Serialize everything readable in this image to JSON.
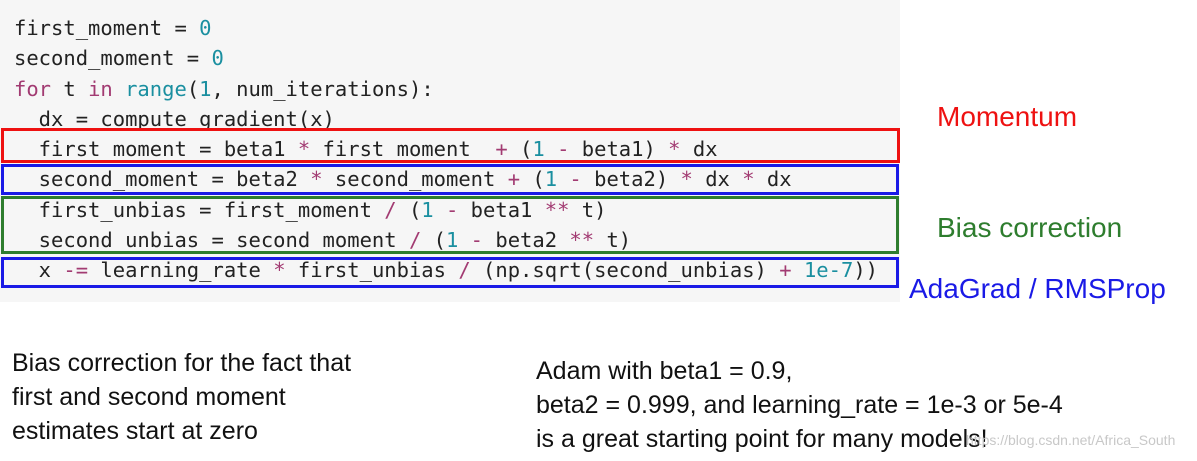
{
  "code": {
    "lines": [
      [
        {
          "t": "first_moment = "
        },
        {
          "t": "0",
          "c": "num"
        }
      ],
      [
        {
          "t": "second_moment = "
        },
        {
          "t": "0",
          "c": "num"
        }
      ],
      [
        {
          "t": "for",
          "c": "kw"
        },
        {
          "t": " t "
        },
        {
          "t": "in",
          "c": "kw"
        },
        {
          "t": " "
        },
        {
          "t": "range",
          "c": "num"
        },
        {
          "t": "("
        },
        {
          "t": "1",
          "c": "num"
        },
        {
          "t": ", num_iterations):"
        }
      ],
      [
        {
          "t": "  dx = compute_gradient(x)"
        }
      ],
      [
        {
          "t": "  first_moment = beta1 "
        },
        {
          "t": "*",
          "c": "op"
        },
        {
          "t": " first_moment  "
        },
        {
          "t": "+",
          "c": "op"
        },
        {
          "t": " ("
        },
        {
          "t": "1",
          "c": "num"
        },
        {
          "t": " "
        },
        {
          "t": "-",
          "c": "op"
        },
        {
          "t": " beta1) "
        },
        {
          "t": "*",
          "c": "op"
        },
        {
          "t": " dx"
        }
      ],
      [
        {
          "t": "  second_moment = beta2 "
        },
        {
          "t": "*",
          "c": "op"
        },
        {
          "t": " second_moment "
        },
        {
          "t": "+",
          "c": "op"
        },
        {
          "t": " ("
        },
        {
          "t": "1",
          "c": "num"
        },
        {
          "t": " "
        },
        {
          "t": "-",
          "c": "op"
        },
        {
          "t": " beta2) "
        },
        {
          "t": "*",
          "c": "op"
        },
        {
          "t": " dx "
        },
        {
          "t": "*",
          "c": "op"
        },
        {
          "t": " dx"
        }
      ],
      [
        {
          "t": "  first_unbias = first_moment "
        },
        {
          "t": "/",
          "c": "op"
        },
        {
          "t": " ("
        },
        {
          "t": "1",
          "c": "num"
        },
        {
          "t": " "
        },
        {
          "t": "-",
          "c": "op"
        },
        {
          "t": " beta1 "
        },
        {
          "t": "**",
          "c": "op"
        },
        {
          "t": " t)"
        }
      ],
      [
        {
          "t": "  second_unbias = second_moment "
        },
        {
          "t": "/",
          "c": "op"
        },
        {
          "t": " ("
        },
        {
          "t": "1",
          "c": "num"
        },
        {
          "t": " "
        },
        {
          "t": "-",
          "c": "op"
        },
        {
          "t": " beta2 "
        },
        {
          "t": "**",
          "c": "op"
        },
        {
          "t": " t)"
        }
      ],
      [
        {
          "t": "  x "
        },
        {
          "t": "-=",
          "c": "op"
        },
        {
          "t": " learning_rate "
        },
        {
          "t": "*",
          "c": "op"
        },
        {
          "t": " first_unbias "
        },
        {
          "t": "/",
          "c": "op"
        },
        {
          "t": " (np.sqrt(second_unbias) "
        },
        {
          "t": "+",
          "c": "op"
        },
        {
          "t": " "
        },
        {
          "t": "1e-7",
          "c": "num"
        },
        {
          "t": "))"
        }
      ]
    ]
  },
  "annotations": {
    "momentum": {
      "text": "Momentum",
      "color": "#ee1111"
    },
    "bias_correction": {
      "text": "Bias correction",
      "color": "#2e7d2e"
    },
    "adagrad_rmsprop": {
      "text": "AdaGrad / RMSProp",
      "color": "#1a1ae6"
    }
  },
  "notes": {
    "left": [
      "Bias correction for the fact that",
      "first and second moment",
      "estimates start at zero"
    ],
    "right": [
      "Adam with beta1 = 0.9,",
      "beta2 = 0.999, and learning_rate = 1e-3 or 5e-4",
      "is a great starting point for many models!"
    ]
  },
  "watermark": "https://blog.csdn.net/Africa_South",
  "colors": {
    "code_bg": "#f6f6f6",
    "keyword": "#a23b72",
    "number": "#1a8fa0",
    "box_red": "#ee1111",
    "box_blue": "#1a1ae6",
    "box_green": "#2e7d2e"
  }
}
